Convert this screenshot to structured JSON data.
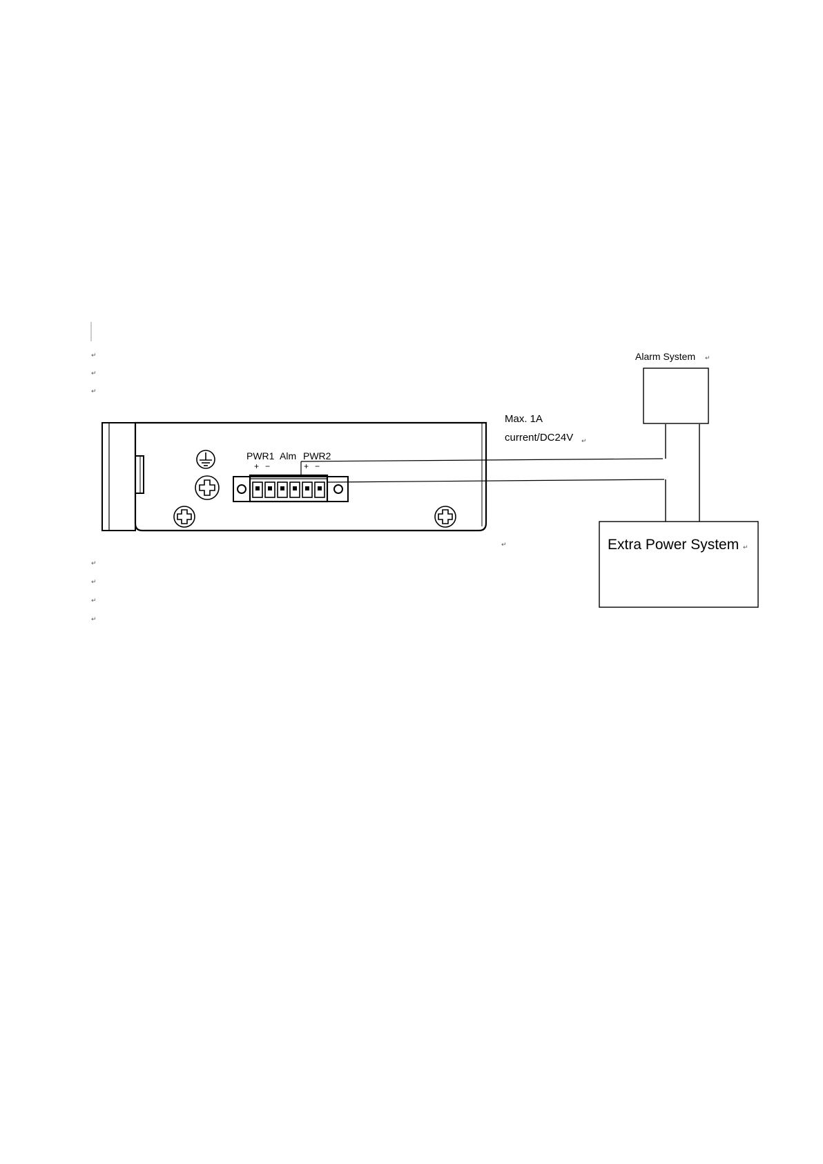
{
  "device": {
    "terminal_labels": {
      "pwr1": "PWR1",
      "alm": "Alm",
      "pwr2": "PWR2"
    },
    "polarity": {
      "pwr1_plus": "+",
      "pwr1_minus": "−",
      "pwr2_plus": "+",
      "pwr2_minus": "−"
    }
  },
  "spec": {
    "line1": "Max. 1A",
    "line2": "current/DC24V"
  },
  "alarm_system": {
    "label": "Alarm System"
  },
  "extra_power_system": {
    "label": "Extra Power System"
  },
  "para_mark": "↵"
}
